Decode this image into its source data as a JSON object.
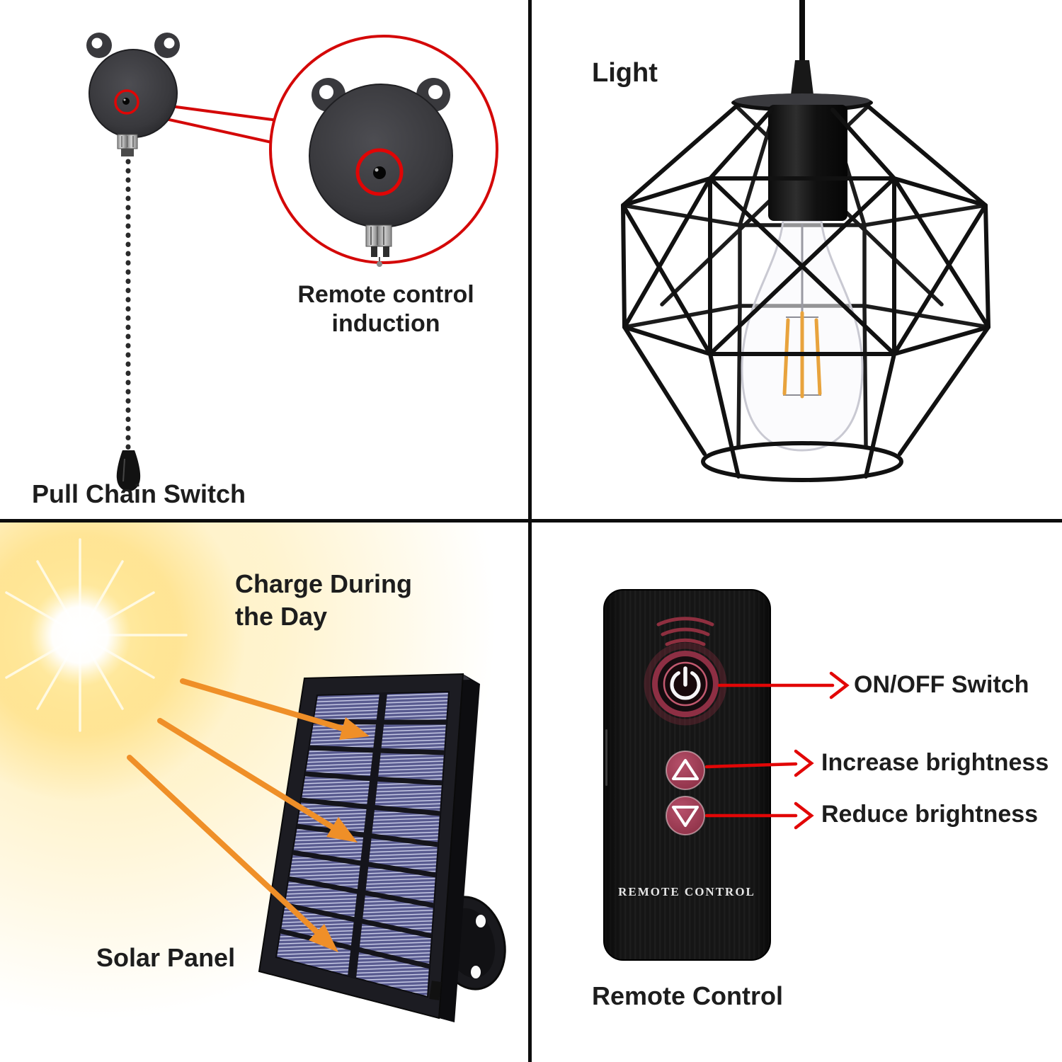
{
  "quadrants": {
    "pull_switch": {
      "label": "Pull Chain Switch",
      "callout_line1": "Remote control",
      "callout_line2": "induction"
    },
    "light": {
      "label": "Light"
    },
    "solar": {
      "heading_line1": "Charge During",
      "heading_line2": "the Day",
      "label": "Solar Panel"
    },
    "remote": {
      "device_label": "REMOTE CONTROL",
      "label": "Remote Control",
      "annotations": {
        "power": "ON/OFF Switch",
        "increase": "Increase brightness",
        "reduce": "Reduce brightness"
      }
    }
  },
  "icons": {
    "power_icon": "power-symbol",
    "increase_icon": "triangle-up",
    "reduce_icon": "triangle-down",
    "ir_waves_icon": "signal-arcs",
    "sun_icon": "sun-burst",
    "magnifier_icon": "zoom-callout-circle"
  },
  "colors": {
    "annotation_red": "#e20606",
    "callout_red": "#d40808",
    "arrow_orange": "#ef8f28",
    "solar_cell_blue": "#595b90",
    "button_maroon": "#a5405a",
    "ir_arc_maroon": "#8e2f3f",
    "text_dark": "#1d1d1d",
    "remote_body": "#161616"
  }
}
